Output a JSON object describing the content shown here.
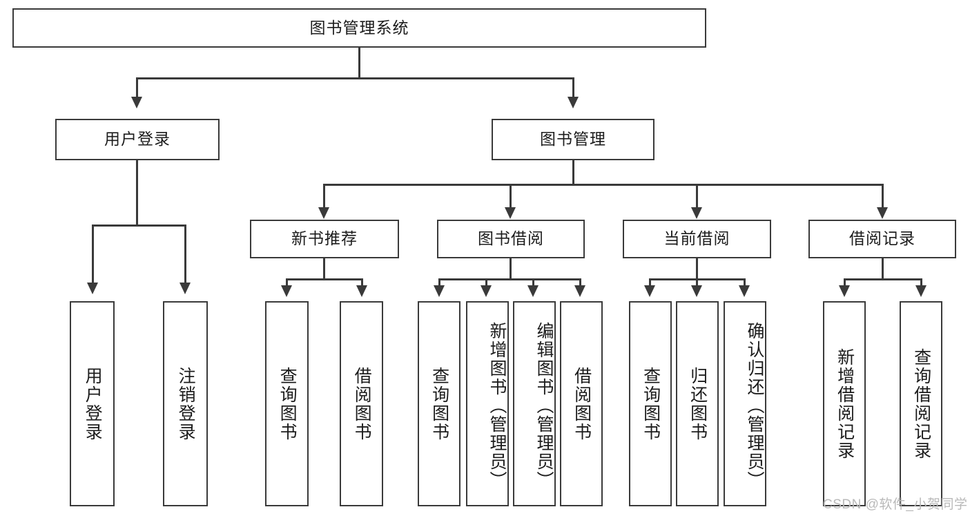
{
  "diagram": {
    "title_node": {
      "label": "图书管理系统"
    },
    "level2": [
      {
        "id": "user-login",
        "label": "用户登录"
      },
      {
        "id": "book-management",
        "label": "图书管理"
      }
    ],
    "level3": [
      {
        "id": "new-book-recommend",
        "label": "新书推荐"
      },
      {
        "id": "book-borrow",
        "label": "图书借阅"
      },
      {
        "id": "current-borrow",
        "label": "当前借阅"
      },
      {
        "id": "borrow-record",
        "label": "借阅记录"
      }
    ],
    "leaves": [
      {
        "id": "leaf-user-login",
        "label": "用户登录",
        "parent": "user-login"
      },
      {
        "id": "leaf-logout-login",
        "label": "注销登录",
        "parent": "user-login"
      },
      {
        "id": "leaf-query-book-1",
        "label": "查询图书",
        "parent": "new-book-recommend"
      },
      {
        "id": "leaf-borrow-book-1",
        "label": "借阅图书",
        "parent": "new-book-recommend"
      },
      {
        "id": "leaf-query-book-2",
        "label": "查询图书",
        "parent": "book-borrow"
      },
      {
        "id": "leaf-add-book",
        "label": "新增图书（管理员）",
        "parent": "book-borrow"
      },
      {
        "id": "leaf-edit-book",
        "label": "编辑图书（管理员）",
        "parent": "book-borrow"
      },
      {
        "id": "leaf-borrow-book-2",
        "label": "借阅图书",
        "parent": "book-borrow"
      },
      {
        "id": "leaf-query-book-3",
        "label": "查询图书",
        "parent": "current-borrow"
      },
      {
        "id": "leaf-return-book",
        "label": "归还图书",
        "parent": "current-borrow"
      },
      {
        "id": "leaf-confirm-return",
        "label": "确认归还（管理员）",
        "parent": "current-borrow"
      },
      {
        "id": "leaf-add-record",
        "label": "新增借阅记录",
        "parent": "borrow-record"
      },
      {
        "id": "leaf-query-record",
        "label": "查询借阅记录",
        "parent": "borrow-record"
      }
    ],
    "watermark": "CSDN @软件_小贺同学",
    "colors": {
      "stroke": "#3a3a3a",
      "text": "#1c1c1c",
      "background": "#ffffff",
      "watermark": "#b9b9b9"
    }
  }
}
